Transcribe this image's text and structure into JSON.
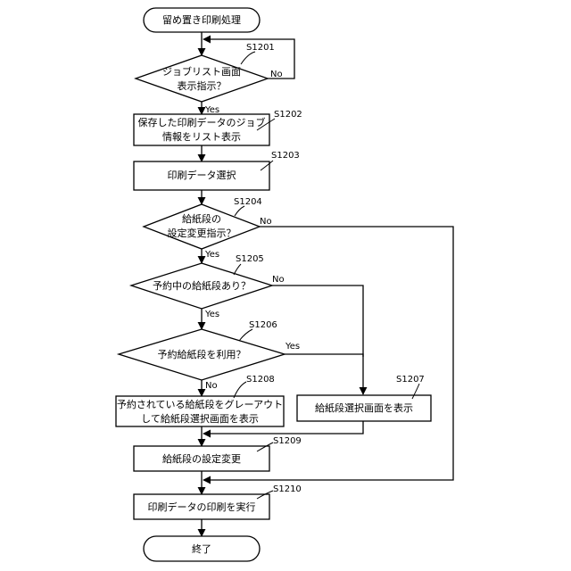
{
  "nodes": {
    "start": "留め置き印刷処理",
    "s1201": [
      "ジョブリスト画面",
      "表示指示？"
    ],
    "s1202": [
      "保存した印刷データのジョブ",
      "情報をリスト表示"
    ],
    "s1203": "印刷データ選択",
    "s1204": [
      "給紙段の",
      "設定変更指示？"
    ],
    "s1205": "予約中の給紙段あり？",
    "s1206": "予約給紙段を利用？",
    "s1207": "給紙段選択画面を表示",
    "s1208": [
      "予約されている給紙段をグレーアウト",
      "して給紙段選択画面を表示"
    ],
    "s1209": "給紙段の設定変更",
    "s1210": "印刷データの印刷を実行",
    "end": "終了"
  },
  "step_labels": {
    "s1201": "S1201",
    "s1202": "S1202",
    "s1203": "S1203",
    "s1204": "S1204",
    "s1205": "S1205",
    "s1206": "S1206",
    "s1207": "S1207",
    "s1208": "S1208",
    "s1209": "S1209",
    "s1210": "S1210"
  },
  "branch_labels": {
    "s1201_no": "No",
    "s1201_yes": "Yes",
    "s1204_no": "No",
    "s1204_yes": "Yes",
    "s1205_no": "No",
    "s1205_yes": "Yes",
    "s1206_yes": "Yes",
    "s1206_no": "No"
  }
}
